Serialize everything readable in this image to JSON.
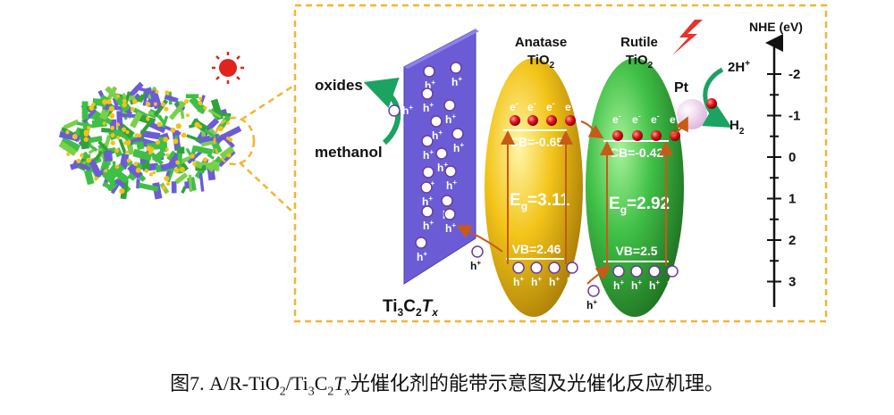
{
  "figure": {
    "photocatalyst_label_main": "Ti",
    "photocatalyst_label_sub1": "3",
    "photocatalyst_label_mid": "C",
    "photocatalyst_label_sub2": "2",
    "photocatalyst_label_tail": "T",
    "photocatalyst_label_sub3": "x",
    "oxides": "oxides",
    "methanol": "methanol",
    "hole": "h",
    "hole_sup": "+",
    "electron": "e",
    "electron_sup": "-",
    "anatase_title": "Anatase",
    "anatase_tio2": "TiO",
    "anatase_tio2_sub": "2",
    "rutile_title": "Rutile",
    "rutile_tio2": "TiO",
    "rutile_tio2_sub": "2",
    "pt": "Pt",
    "h2_reactant": "2H",
    "h2_reactant_sup": "+",
    "h2_product": "H",
    "h2_product_sub": "2",
    "anatase_cb": "CB=-0.65",
    "anatase_vb": "VB=2.46",
    "anatase_eg_E": "E",
    "anatase_eg_sub": "g",
    "anatase_eg_val": "=3.11",
    "rutile_cb": "CB=-0.42",
    "rutile_vb": "VB=2.5",
    "rutile_eg_E": "E",
    "rutile_eg_sub": "g",
    "rutile_eg_val": "=2.92",
    "axis_title": "NHE (eV)",
    "axis_ticks": [
      "-2",
      "-1",
      "0",
      "1",
      "2",
      "3"
    ]
  },
  "colors": {
    "frame": "#f2b530",
    "mxene": "#6b5cd6",
    "anatase": "#f3c419",
    "rutile": "#3fbf46",
    "arrow": "#c85a17",
    "pathway": "#1aa361",
    "lightning": "#e8322a",
    "sun": "#e0231c"
  },
  "caption": {
    "prefix": "图7. A/R-TiO",
    "sub1": "2",
    "mid1": "/Ti",
    "sub2": "3",
    "mid2": "C",
    "sub3": "2",
    "italic_t": "T",
    "sub4": "x",
    "suffix": "光催化剂的能带示意图及光催化反应机理。"
  }
}
